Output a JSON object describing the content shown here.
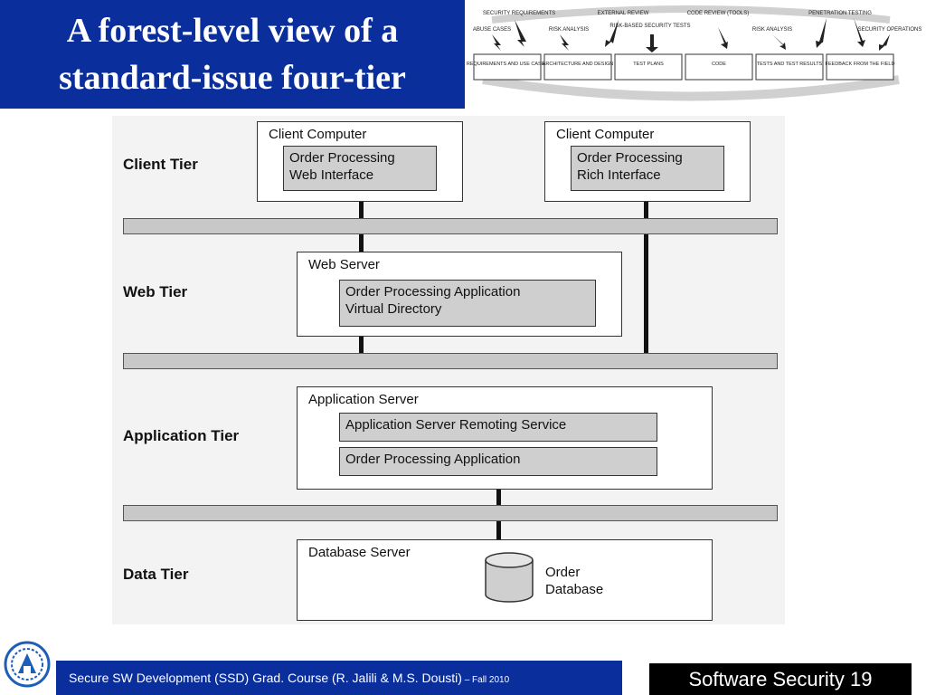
{
  "slide": {
    "title_line1": "A forest-level view of a",
    "title_line2": "standard-issue four-tier"
  },
  "sdl": {
    "top_labels": [
      "SECURITY REQUIREMENTS",
      "EXTERNAL REVIEW",
      "CODE REVIEW (TOOLS)",
      "PENETRATION TESTING"
    ],
    "mid_labels": [
      "ABUSE CASES",
      "RISK ANALYSIS",
      "RISK-BASED SECURITY TESTS",
      "RISK ANALYSIS",
      "SECURITY OPERATIONS"
    ],
    "boxes": [
      "REQUIREMENTS AND USE CASES",
      "ARCHITECTURE AND DESIGN",
      "TEST PLANS",
      "CODE",
      "TESTS AND TEST RESULTS",
      "FEEDBACK FROM THE FIELD"
    ]
  },
  "diagram": {
    "tiers": {
      "client": "Client Tier",
      "web": "Web Tier",
      "app": "Application Tier",
      "data": "Data Tier"
    },
    "client_left": {
      "title": "Client Computer",
      "inner_line1": "Order Processing",
      "inner_line2": "Web Interface"
    },
    "client_right": {
      "title": "Client Computer",
      "inner_line1": "Order Processing",
      "inner_line2": "Rich Interface"
    },
    "web_server": {
      "title": "Web Server",
      "inner_line1": "Order Processing Application",
      "inner_line2": "Virtual Directory"
    },
    "app_server": {
      "title": "Application Server",
      "inner1": "Application Server Remoting Service",
      "inner2": "Order Processing Application"
    },
    "db_server": {
      "title": "Database Server",
      "db_line1": "Order",
      "db_line2": "Database"
    }
  },
  "footer": {
    "course_main": "Secure SW Development (SSD) Grad. Course (R. Jalili & M.S. Dousti",
    "course_paren": ")",
    "course_small": " – Fall 2010",
    "page": "Software Security 19"
  },
  "colors": {
    "title_bg": "#0a2e9c",
    "footer_bar": "#0a2e9c",
    "inner_fill": "#cfcfcf",
    "bus_fill": "#c8c8c8"
  }
}
